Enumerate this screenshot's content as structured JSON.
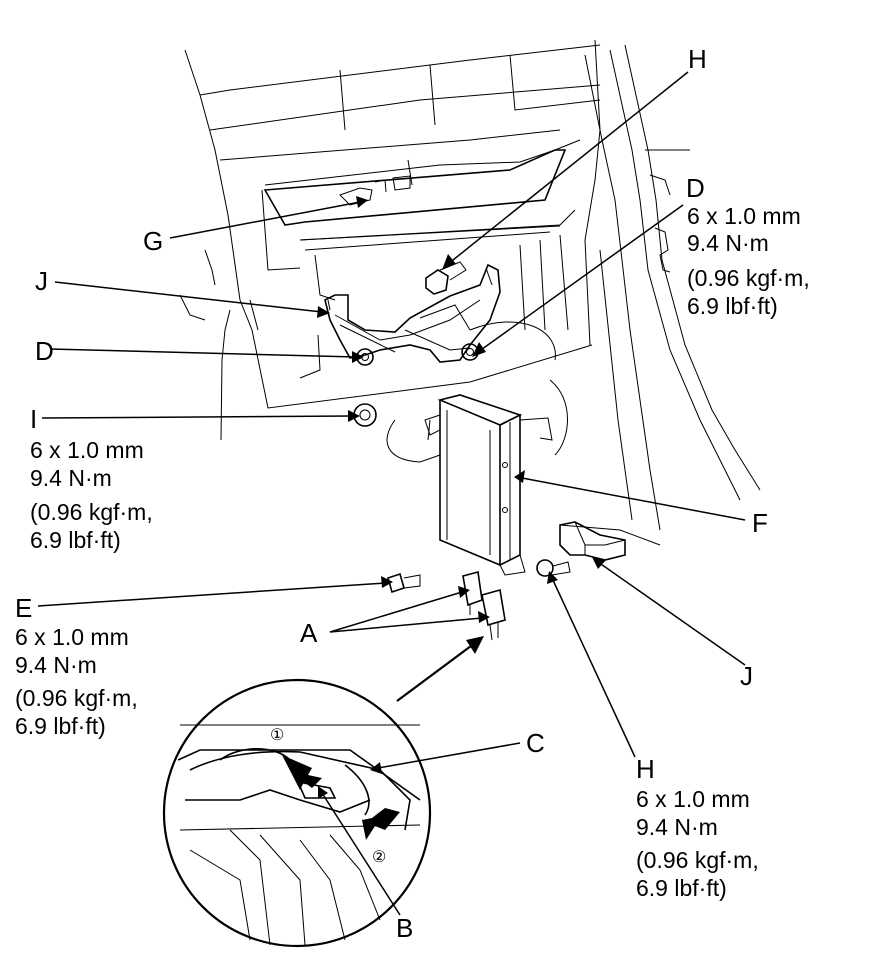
{
  "labels": {
    "a": "A",
    "b": "B",
    "c": "C",
    "d_left": "D",
    "d_right": "D",
    "e": "E",
    "f": "F",
    "g": "G",
    "h_top": "H",
    "h_bottom": "H",
    "i": "I",
    "j_left": "J",
    "j_right": "J"
  },
  "steps": {
    "one": "①",
    "two": "②"
  },
  "specs": {
    "d": [
      "6 x 1.0 mm",
      "9.4 N·m",
      "(0.96 kgf·m,",
      "6.9 lbf·ft)"
    ],
    "i": [
      "6 x 1.0 mm",
      "9.4 N·m",
      "(0.96 kgf·m,",
      "6.9 lbf·ft)"
    ],
    "e": [
      "6 x 1.0 mm",
      "9.4 N·m",
      "(0.96 kgf·m,",
      "6.9 lbf·ft)"
    ],
    "h": [
      "6 x 1.0 mm",
      "9.4 N·m",
      "(0.96 kgf·m,",
      "6.9 lbf·ft)"
    ]
  }
}
